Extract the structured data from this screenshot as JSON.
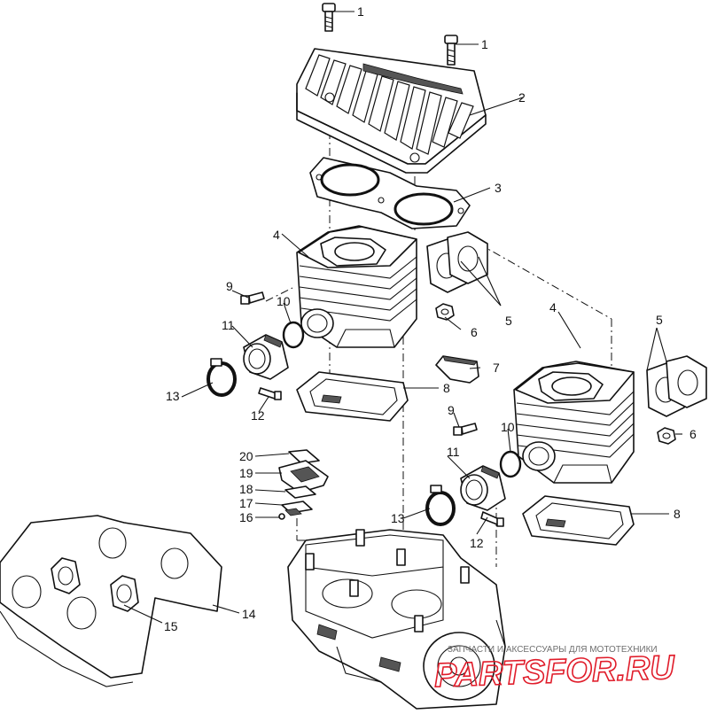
{
  "callouts": [
    {
      "id": "c1a",
      "text": "1"
    },
    {
      "id": "c1b",
      "text": "1"
    },
    {
      "id": "c2",
      "text": "2"
    },
    {
      "id": "c3",
      "text": "3"
    },
    {
      "id": "c4a",
      "text": "4"
    },
    {
      "id": "c4b",
      "text": "4"
    },
    {
      "id": "c5a",
      "text": "5"
    },
    {
      "id": "c5b",
      "text": "5"
    },
    {
      "id": "c6a",
      "text": "6"
    },
    {
      "id": "c6b",
      "text": "6"
    },
    {
      "id": "c7",
      "text": "7"
    },
    {
      "id": "c8a",
      "text": "8"
    },
    {
      "id": "c8b",
      "text": "8"
    },
    {
      "id": "c9a",
      "text": "9"
    },
    {
      "id": "c9b",
      "text": "9"
    },
    {
      "id": "c10a",
      "text": "10"
    },
    {
      "id": "c10b",
      "text": "10"
    },
    {
      "id": "c11a",
      "text": "11"
    },
    {
      "id": "c11b",
      "text": "11"
    },
    {
      "id": "c12a",
      "text": "12"
    },
    {
      "id": "c12b",
      "text": "12"
    },
    {
      "id": "c13a",
      "text": "13"
    },
    {
      "id": "c13b",
      "text": "13"
    },
    {
      "id": "c14",
      "text": "14"
    },
    {
      "id": "c15",
      "text": "15"
    },
    {
      "id": "c16",
      "text": "16"
    },
    {
      "id": "c17",
      "text": "17"
    },
    {
      "id": "c18",
      "text": "18"
    },
    {
      "id": "c19",
      "text": "19"
    },
    {
      "id": "c20",
      "text": "20"
    }
  ],
  "watermark": {
    "tagline": "ЗАПЧАСТИ И АКСЕССУАРЫ ДЛЯ МОТОТЕХНИКИ",
    "brand": "PARTSFOR.RU",
    "brand_color": "#e01c2a"
  }
}
